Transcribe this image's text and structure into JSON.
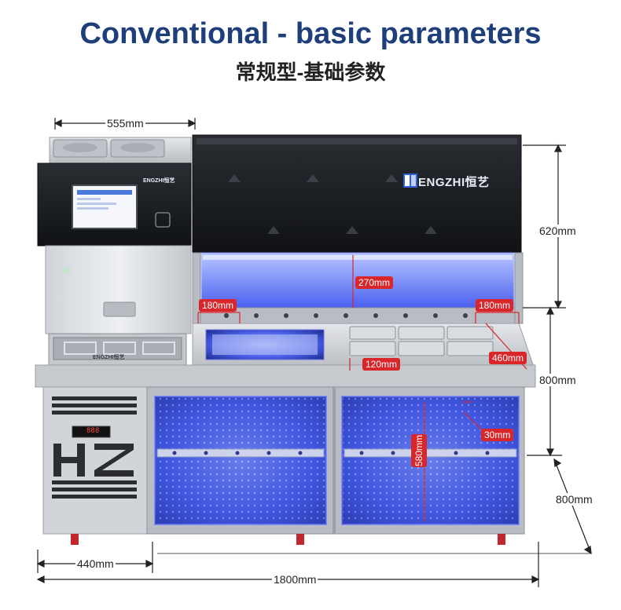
{
  "title_en": "Conventional - basic parameters",
  "title_cn": "常规型-基础参数",
  "brand_main": "ENGZHI恒艺",
  "brand_small_top": "ENGZHI恒艺",
  "brand_small_drawer": "ENGZHI恒艺",
  "side_letters": "HZ",
  "display_value": "888",
  "dimensions": {
    "width_top": "555mm",
    "height_hood": "620mm",
    "height_counter": "800mm",
    "depth_cabinet": "800mm",
    "width_left": "440mm",
    "width_total": "1800mm"
  },
  "red_dimensions": {
    "hood_inner_height": "270mm",
    "left_gap": "180mm",
    "right_gap": "180mm",
    "pan_width": "120mm",
    "pan_depth": "460mm",
    "cabinet_height": "580mm",
    "shelf_gap": "30mm"
  },
  "colors": {
    "title_blue": "#1f3f7a",
    "dim_red": "#d8262b",
    "steel": "#c9ccd1",
    "hood_black": "#16181d",
    "led_blue": "#3b5cff"
  }
}
